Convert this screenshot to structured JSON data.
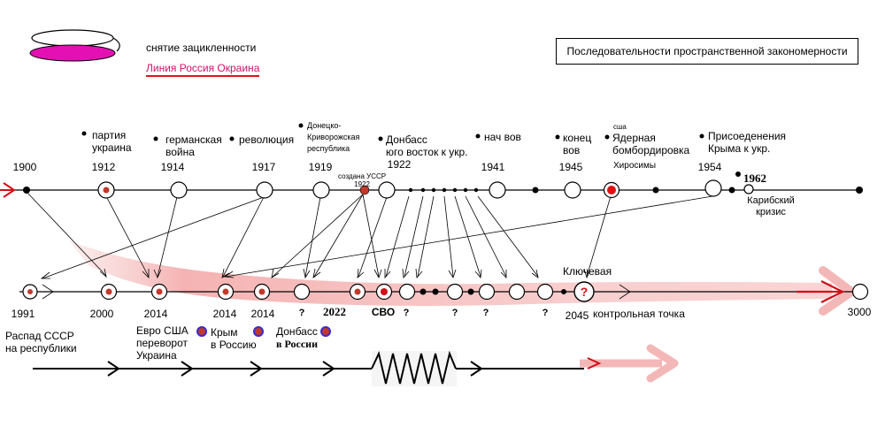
{
  "legend": {
    "item1": "снятие зацикленности",
    "item2": "Линия Россия Окраина",
    "colors": {
      "loop_outline": "#000000",
      "loop_fill": "#e410b4",
      "line": "#e8101a"
    }
  },
  "title_box": "Последовательности пространственной закономерности",
  "top_line": {
    "years": [
      "1900",
      "1912",
      "1914",
      "1917",
      "1919",
      "1922",
      "1941",
      "1945",
      "1954",
      "1962"
    ],
    "events": {
      "party_line1": "партия",
      "party_line2": "украина",
      "war_line1": "германская",
      "war_line2": "война",
      "revolution": "революция",
      "donetsk_line1": "Донецко-",
      "donetsk_line2": "Криворожская",
      "donetsk_line3": "республика",
      "ussr_line1": "создана УССР",
      "ussr_line2": "1922",
      "donbass_line1": "Донбасс",
      "donbass_line2": "юго восток к укр.",
      "war_start": "нач вов",
      "war_end_line1": "конец",
      "war_end_line2": "вов",
      "usa": "сша",
      "nuclear_line1": "Ядерная",
      "nuclear_line2": "бомбордировка",
      "hiroshima": "Хиросимы",
      "crimea_line1": "Присоеденения",
      "crimea_line2": "Крыма  к укр.",
      "caribbean_line1": "Карибский",
      "caribbean_line2": "кризис"
    }
  },
  "bottom_line": {
    "years": [
      "1991",
      "2000",
      "2014",
      "2014",
      "2014",
      "2022",
      "2045",
      "3000"
    ],
    "question": "?",
    "key_point_label": "Ключевая",
    "control_point_label": "контрольная точка",
    "svo": "СВО",
    "events": {
      "ussr_collapse_line1": "Распад СССР",
      "ussr_collapse_line2": "на республики",
      "euro_line1": "Евро США",
      "euro_line2": "переворот",
      "euro_line3": "Украина",
      "crimea_line1": "Крым",
      "crimea_line2": "в Россию",
      "donbass_line1": "Донбасс",
      "donbass_line2": "в России"
    }
  }
}
